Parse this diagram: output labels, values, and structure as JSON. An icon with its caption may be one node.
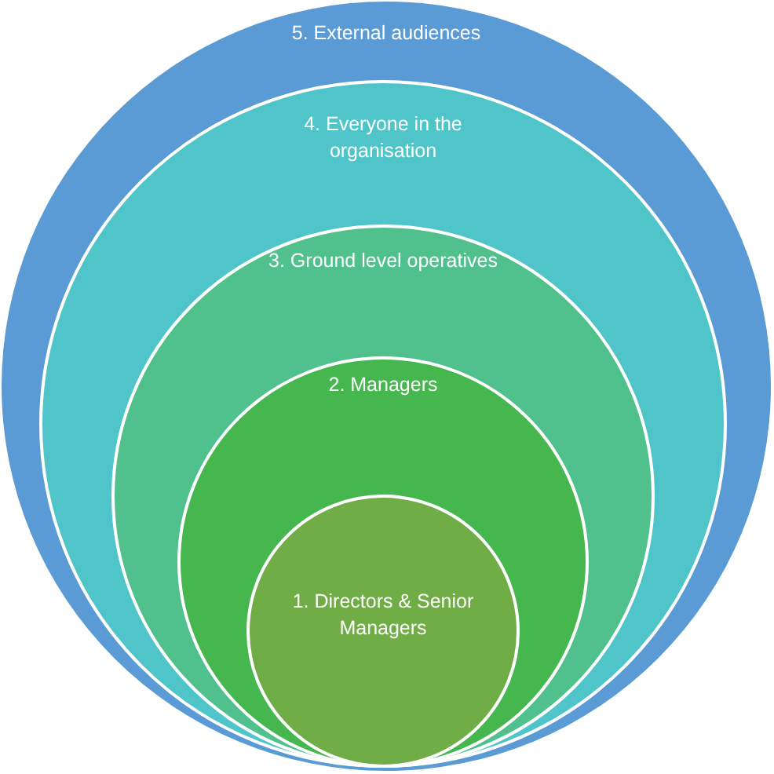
{
  "diagram": {
    "nodes": [
      {
        "text": [
          "5. External audiences"
        ]
      },
      {
        "text": [
          "4. Everyone in the organisation"
        ],
        "in": 0
      },
      {
        "text": [
          "3. Ground level operatives"
        ],
        "in": 1
      },
      {
        "text": [
          "2. Managers"
        ],
        "in": 2
      },
      {
        "text": [
          "1. Directors & Senior Managers"
        ],
        "in": 3
      }
    ]
  }
}
